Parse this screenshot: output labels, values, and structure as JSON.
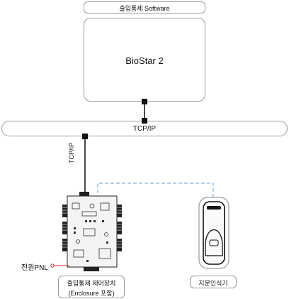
{
  "software_header": "출입통제 Software",
  "server_label": "BioStar 2",
  "network_label": "TCP/IP",
  "vertical_link_label": "TCP/IP",
  "power_label": "전원PNL",
  "controller_label_line1": "출입통제 제어장치",
  "controller_label_line2": "(Enclosure 포함)",
  "reader_label": "지문인식기",
  "colors": {
    "border": "#9a9a9a",
    "line": "#111111",
    "dashed": "#7fb0dc",
    "power_dot": "#d9262c",
    "board": "#f2f2f2"
  }
}
